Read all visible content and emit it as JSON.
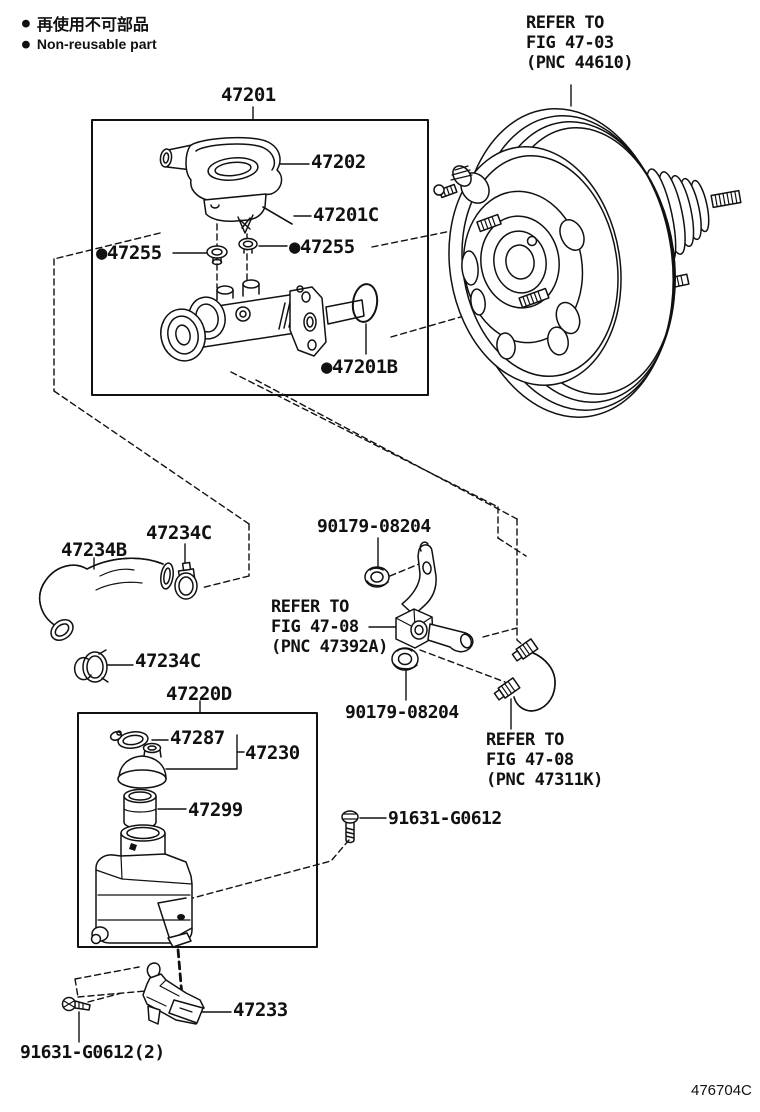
{
  "legend": {
    "jp_bullet": "●",
    "jp": "再使用不可部品",
    "en_bullet": "●",
    "en": "Non-reusable part"
  },
  "refer_booster": {
    "line1": "REFER TO",
    "line2": "FIG 47-03",
    "line3": "(PNC 44610)"
  },
  "refer_bracket": {
    "line1": "REFER TO",
    "line2": "FIG 47-08",
    "line3": "(PNC 47392A)"
  },
  "refer_pipe": {
    "line1": "REFER TO",
    "line2": "FIG 47-08",
    "line3": "(PNC 47311K)"
  },
  "parts": {
    "assembly": "47201",
    "reservoir_cap_sub": "47202",
    "pin": "47201C",
    "grommet_left": "●47255",
    "grommet_right": "●47255",
    "oring": "●47201B",
    "hose": "47234B",
    "clamp_upper": "47234C",
    "clamp_lower": "47234C",
    "nut_upper": "90179-08204",
    "nut_lower": "90179-08204",
    "reservoir_assembly": "47220D",
    "cap_gasket": "47287",
    "reservoir_cap": "47230",
    "float": "47299",
    "bolt": "91631-G0612",
    "bracket": "47233",
    "bolt_pair": "91631-G0612(2)"
  },
  "footer": {
    "code": "476704C"
  }
}
